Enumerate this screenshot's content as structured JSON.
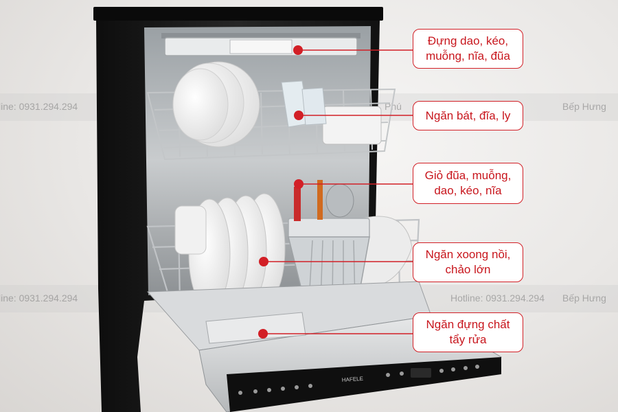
{
  "watermark": {
    "hotline": "Hotline: 0931.294.294",
    "hotline_cut": "line: 0931.294.294",
    "brand": "Bếp Hưng",
    "brand_cut": "Phú"
  },
  "appliance": {
    "brand_logo": "HAFELE"
  },
  "callouts": [
    {
      "label": "Đựng dao, kéo, muỗng, nĩa, đũa"
    },
    {
      "label": "Ngăn bát, đĩa, ly"
    },
    {
      "label": "Giỏ đũa, muỗng, dao, kéo, nĩa"
    },
    {
      "label": "Ngăn xoong nồi, chảo lớn"
    },
    {
      "label": "Ngăn đựng chất tẩy rửa"
    }
  ],
  "colors": {
    "accent": "#d21f26",
    "body": "#1b1b1b",
    "interior": "#cfd2d4"
  }
}
